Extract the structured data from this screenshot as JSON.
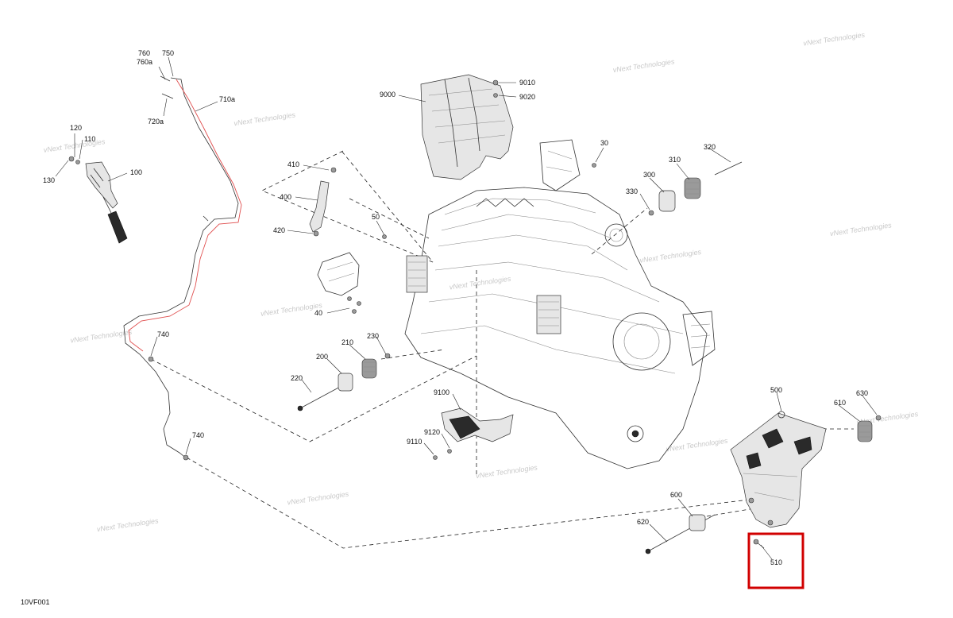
{
  "diagram": {
    "figure_code": "10VF001",
    "watermark_text": "vNext Technologies",
    "callouts": [
      {
        "id": "760",
        "label": "760"
      },
      {
        "id": "760a",
        "label": "760a"
      },
      {
        "id": "750",
        "label": "750"
      },
      {
        "id": "710a",
        "label": "710a"
      },
      {
        "id": "720a",
        "label": "720a"
      },
      {
        "id": "120",
        "label": "120"
      },
      {
        "id": "110",
        "label": "110"
      },
      {
        "id": "130",
        "label": "130"
      },
      {
        "id": "100",
        "label": "100"
      },
      {
        "id": "740a",
        "label": "740"
      },
      {
        "id": "740b",
        "label": "740"
      },
      {
        "id": "410",
        "label": "410"
      },
      {
        "id": "400",
        "label": "400"
      },
      {
        "id": "420",
        "label": "420"
      },
      {
        "id": "50",
        "label": "50"
      },
      {
        "id": "40",
        "label": "40"
      },
      {
        "id": "9000",
        "label": "9000"
      },
      {
        "id": "9010",
        "label": "9010"
      },
      {
        "id": "9020",
        "label": "9020"
      },
      {
        "id": "30",
        "label": "30"
      },
      {
        "id": "320",
        "label": "320"
      },
      {
        "id": "310",
        "label": "310"
      },
      {
        "id": "300",
        "label": "300"
      },
      {
        "id": "330",
        "label": "330"
      },
      {
        "id": "230",
        "label": "230"
      },
      {
        "id": "210",
        "label": "210"
      },
      {
        "id": "200",
        "label": "200"
      },
      {
        "id": "220",
        "label": "220"
      },
      {
        "id": "9100",
        "label": "9100"
      },
      {
        "id": "9120",
        "label": "9120"
      },
      {
        "id": "9110",
        "label": "9110"
      },
      {
        "id": "500",
        "label": "500"
      },
      {
        "id": "630",
        "label": "630"
      },
      {
        "id": "610",
        "label": "610"
      },
      {
        "id": "600",
        "label": "600"
      },
      {
        "id": "620",
        "label": "620"
      },
      {
        "id": "510",
        "label": "510"
      }
    ],
    "highlight": {
      "target": "510",
      "color": "#d10000"
    }
  }
}
